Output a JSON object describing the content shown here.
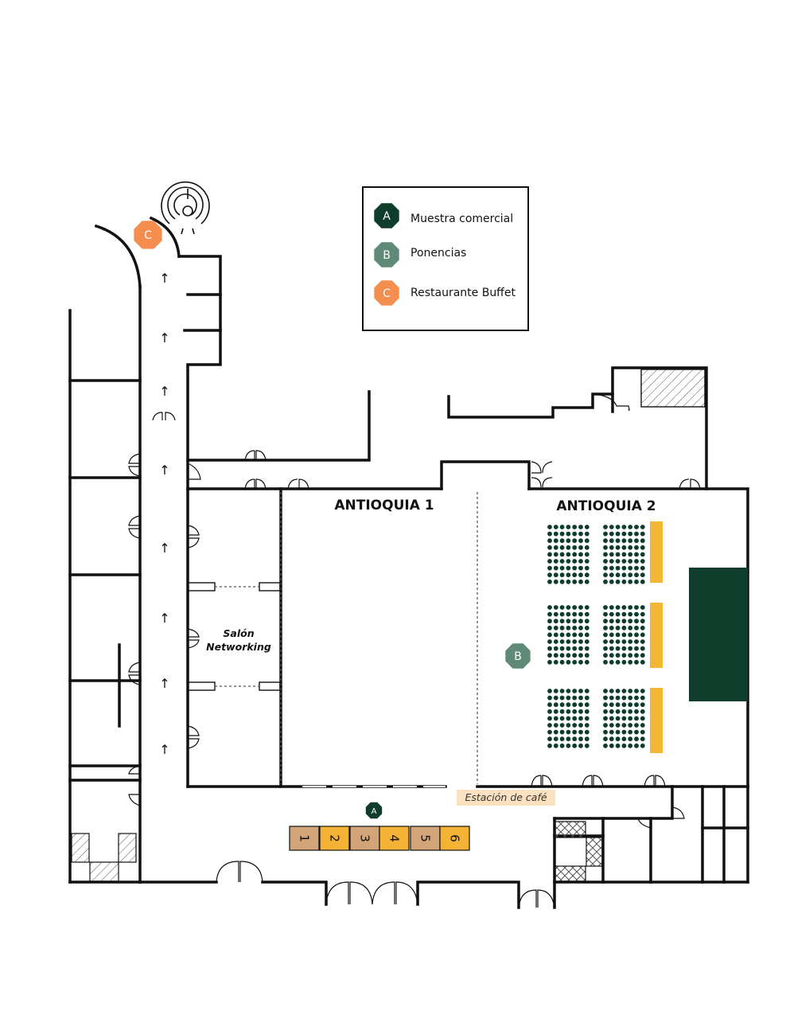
{
  "legend": {
    "items": [
      {
        "letter": "A",
        "label": "Muestra comercial",
        "color": "#0f3d2c"
      },
      {
        "letter": "B",
        "label": "Ponencias",
        "color": "#5f8a78"
      },
      {
        "letter": "C",
        "label": "Restaurante Buffet",
        "color": "#f58d4e"
      }
    ]
  },
  "rooms": {
    "antioquia1": "ANTIOQUIA 1",
    "antioquia2": "ANTIOQUIA 2",
    "networking_line1": "Salón",
    "networking_line2": "Networking",
    "cafe": "Estación de café"
  },
  "markers": {
    "a": "A",
    "b": "B",
    "c": "C"
  },
  "booths": [
    {
      "number": "1",
      "color": "#d2a478"
    },
    {
      "number": "2",
      "color": "#f5b335"
    },
    {
      "number": "3",
      "color": "#d2a478"
    },
    {
      "number": "4",
      "color": "#f5b335"
    },
    {
      "number": "5",
      "color": "#d2a478"
    },
    {
      "number": "6",
      "color": "#f5b335"
    }
  ],
  "colors": {
    "stage": "#0f3d2c",
    "seat": "#0f3d2c",
    "screen": "#f2b534",
    "cafe_bg": "#fbe1bf"
  },
  "corridor_arrow": "↑"
}
